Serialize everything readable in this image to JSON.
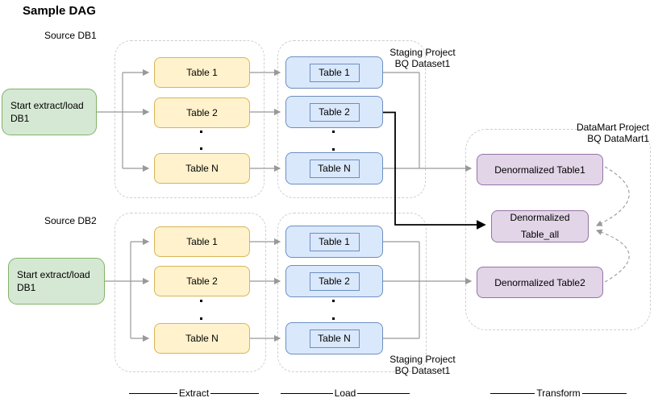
{
  "title": "Sample DAG",
  "colors": {
    "start_fill": "#d5e8d4",
    "start_border": "#82b366",
    "table_fill": "#fff2cc",
    "table_border": "#d6b656",
    "load_fill": "#dae8fc",
    "load_border": "#6c8ebf",
    "mart_fill": "#e1d5e7",
    "mart_border": "#9673a6",
    "connector": "#999999",
    "connector_dark": "#000000",
    "container_border": "#cfcfcf",
    "text": "#000000"
  },
  "pipelines": {
    "db1": {
      "source_label": "Source DB1",
      "start_line1": "Start extract/load",
      "start_line2": "DB1",
      "extract_tables": [
        "Table 1",
        "Table 2",
        "Table N"
      ],
      "load_tables": [
        "Table 1",
        "Table 2",
        "Table N"
      ],
      "staging_line1": "Staging Project",
      "staging_line2": "BQ Dataset1"
    },
    "db2": {
      "source_label": "Source DB2",
      "start_line1": "Start extract/load",
      "start_line2": "DB1",
      "extract_tables": [
        "Table 1",
        "Table 2",
        "Table N"
      ],
      "load_tables": [
        "Table 1",
        "Table 2",
        "Table N"
      ],
      "staging_line1": "Staging Project",
      "staging_line2": "BQ Dataset1"
    }
  },
  "datamart": {
    "label_line1": "DataMart Project",
    "label_line2": "BQ DataMart1",
    "table1": "Denormalized Table1",
    "table_all_line1": "Denormalized",
    "table_all_line2": "Table_all",
    "table2": "Denormalized Table2"
  },
  "stage_labels": {
    "extract": "Extract",
    "load": "Load",
    "transform": "Transform"
  }
}
